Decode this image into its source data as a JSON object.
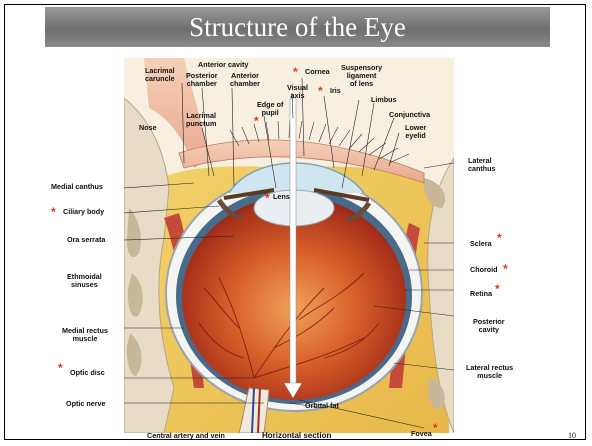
{
  "slide": {
    "title": "Structure of the Eye",
    "page_number": "10"
  },
  "labels": {
    "anterior_cavity": "Anterior cavity",
    "lacrimal_caruncle": "Lacrimal\ncaruncle",
    "posterior_chamber": "Posterior\nchamber",
    "anterior_chamber": "Anterior\nchamber",
    "cornea": "Cornea",
    "suspensory_ligament": "Suspensory\nligament\nof lens",
    "visual_axis": "Visual\naxis",
    "iris": "Iris",
    "edge_of_pupil": "Edge of\npupil",
    "limbus": "Limbus",
    "nose": "Nose",
    "lacrimal_punctum": "Lacrimal\npunctum",
    "conjunctiva": "Conjunctiva",
    "lower_eyelid": "Lower\neyelid",
    "medial_canthus": "Medial canthus",
    "lateral_canthus": "Lateral\ncanthus",
    "lens": "Lens",
    "ciliary_body": "Ciliary body",
    "ora_serrata": "Ora serrata",
    "sclera": "Sclera",
    "ethmoidal_sinuses": "Ethmoidal\nsinuses",
    "choroid": "Choroid",
    "retina": "Retina",
    "posterior_cavity": "Posterior\ncavity",
    "medial_rectus_muscle": "Medial rectus\nmuscle",
    "lateral_rectus_muscle": "Lateral rectus\nmuscle",
    "optic_disc": "Optic disc",
    "optic_nerve": "Optic nerve",
    "orbital_fat": "Orbital fat",
    "central_artery_and_vein": "Central artery and vein",
    "horizontal_section": "Horizontal section",
    "fovea": "Fovea"
  },
  "highlight_marker": "*",
  "colors": {
    "title_bar": "#7d7d7d",
    "highlight": "#e8331c"
  }
}
